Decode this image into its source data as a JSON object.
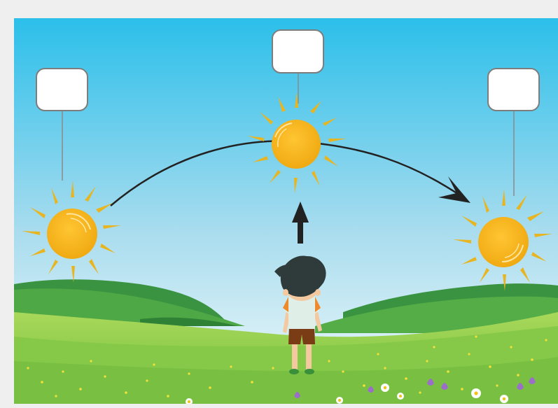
{
  "scene": {
    "description_boxes": [
      {
        "position": "left",
        "text": ""
      },
      {
        "position": "top",
        "text": ""
      },
      {
        "position": "right",
        "text": ""
      }
    ],
    "icons": {
      "sun_left": "sun-icon",
      "sun_middle": "sun-icon",
      "sun_right": "sun-icon",
      "path_arrow": "curved-arrow-icon",
      "up_arrow": "up-arrow-icon",
      "boy": "boy-figure",
      "flowers": "flower-icon"
    },
    "colors": {
      "sky_top": "#2bbfea",
      "sky_bottom": "#eaf6f9",
      "sun": "#f2b31a",
      "sun_ray": "#e8b522",
      "grass": "#8fcf4a",
      "hill_dark": "#3e9b3a",
      "box_border": "#7d7d7d",
      "arrow": "#222222"
    }
  }
}
